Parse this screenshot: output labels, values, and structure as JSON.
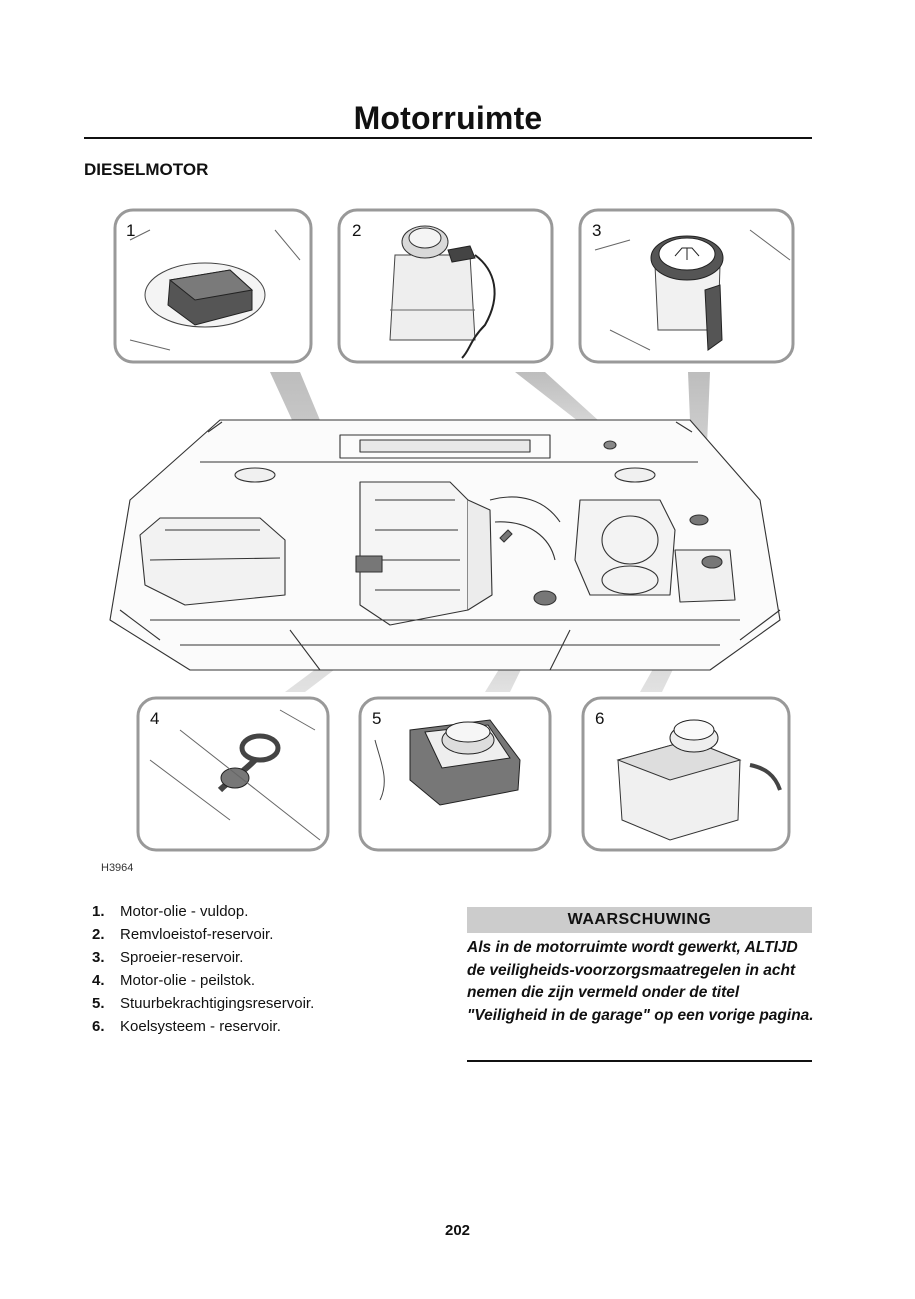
{
  "page": {
    "title": "Motorruimte",
    "subtitle": "DIESELMOTOR",
    "figure_ref": "H3964",
    "page_number": "202"
  },
  "callouts": [
    {
      "number": "1",
      "icon": "oil-filler-cap-icon"
    },
    {
      "number": "2",
      "icon": "brake-fluid-reservoir-icon"
    },
    {
      "number": "3",
      "icon": "washer-reservoir-icon"
    },
    {
      "number": "4",
      "icon": "oil-dipstick-icon"
    },
    {
      "number": "5",
      "icon": "power-steering-reservoir-icon"
    },
    {
      "number": "6",
      "icon": "coolant-reservoir-icon"
    }
  ],
  "legend": [
    {
      "num": "1.",
      "text": "Motor-olie - vuldop."
    },
    {
      "num": "2.",
      "text": "Remvloeistof-reservoir."
    },
    {
      "num": "3.",
      "text": "Sproeier-reservoir."
    },
    {
      "num": "4.",
      "text": "Motor-olie - peilstok."
    },
    {
      "num": "5.",
      "text": "Stuurbekrachtigingsreservoir."
    },
    {
      "num": "6.",
      "text": "Koelsysteem - reservoir."
    }
  ],
  "warning": {
    "heading": "WAARSCHUWING",
    "body": "Als in de motorruimte wordt gewerkt, ALTIJD de veiligheids-voorzorgsmaatregelen in acht nemen die zijn vermeld onder de titel \"Veiligheid in de garage\" op een vorige pagina."
  },
  "colors": {
    "warning_band": "#cccccc",
    "beam": "#c8c8c8",
    "part_fill": "#e6e6e6",
    "part_dark": "#555555"
  }
}
